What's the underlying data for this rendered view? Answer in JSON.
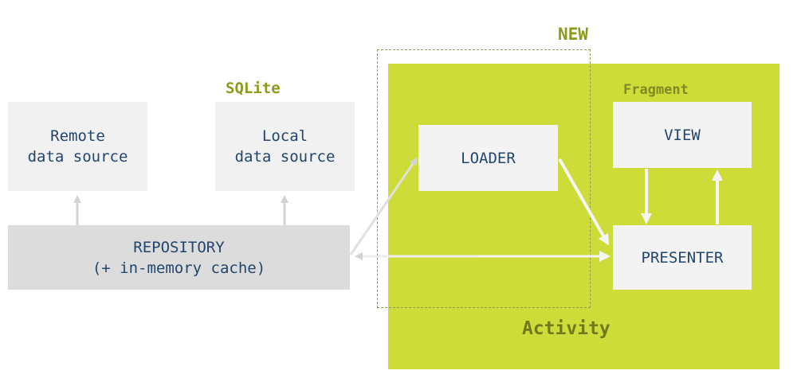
{
  "labels": {
    "new": "NEW",
    "sqlite": "SQLite",
    "fragment": "Fragment",
    "activity": "Activity"
  },
  "boxes": {
    "remote": [
      "Remote",
      "data source"
    ],
    "local": [
      "Local",
      "data source"
    ],
    "repository": [
      "REPOSITORY",
      "(+ in-memory cache)"
    ],
    "loader": "LOADER",
    "view": "VIEW",
    "presenter": "PRESENTER"
  },
  "colors": {
    "activity_fill": "#cddc39",
    "box_text": "#22466d",
    "label_olive": "#8d9a1c",
    "arrow_gray": "#d3d3d3",
    "arrow_white": "#f5f5f5"
  }
}
